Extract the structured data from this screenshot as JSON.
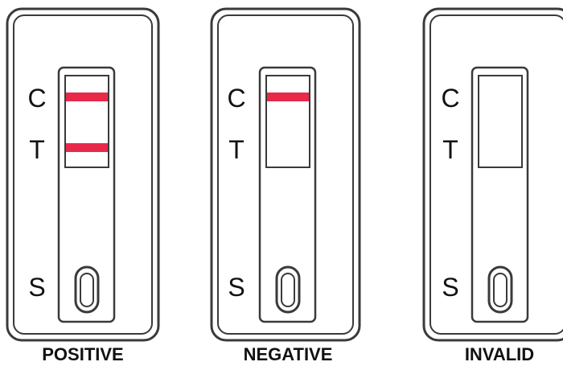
{
  "colors": {
    "band": "#e8294a",
    "outline": "#3a3a3a",
    "text": "#111111"
  },
  "panels": [
    {
      "caption": "POSITIVE",
      "control_label": "C",
      "test_label": "T",
      "sample_label": "S",
      "control_line_visible": true,
      "test_line_visible": true
    },
    {
      "caption": "NEGATIVE",
      "control_label": "C",
      "test_label": "T",
      "sample_label": "S",
      "control_line_visible": true,
      "test_line_visible": false
    },
    {
      "caption": "INVALID",
      "control_label": "C",
      "test_label": "T",
      "sample_label": "S",
      "control_line_visible": false,
      "test_line_visible": false
    }
  ]
}
